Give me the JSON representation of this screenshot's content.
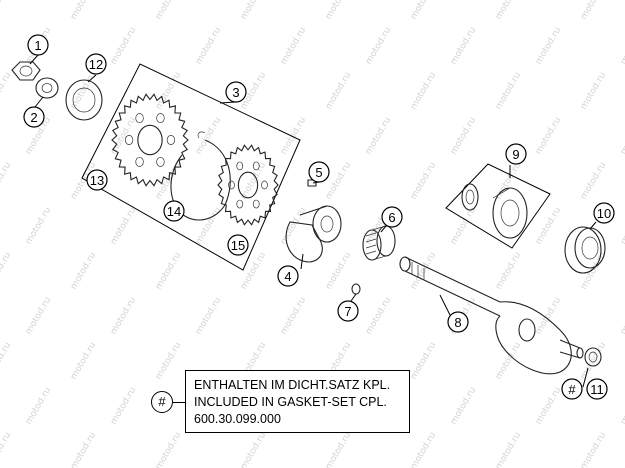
{
  "watermark": "motod.ru",
  "callouts": [
    {
      "id": "1",
      "label": "1"
    },
    {
      "id": "2",
      "label": "2"
    },
    {
      "id": "3",
      "label": "3"
    },
    {
      "id": "4",
      "label": "4"
    },
    {
      "id": "5",
      "label": "5"
    },
    {
      "id": "6",
      "label": "6"
    },
    {
      "id": "7",
      "label": "7"
    },
    {
      "id": "8",
      "label": "8"
    },
    {
      "id": "9",
      "label": "9"
    },
    {
      "id": "10",
      "label": "10"
    },
    {
      "id": "11",
      "label": "11"
    },
    {
      "id": "12",
      "label": "12"
    },
    {
      "id": "13",
      "label": "13"
    },
    {
      "id": "14",
      "label": "14"
    },
    {
      "id": "15",
      "label": "15"
    }
  ],
  "hash_symbol": "#",
  "legend": {
    "symbol": "#",
    "line1": "ENTHALTEN IM DICHT.SATZ KPL.",
    "line2": "INCLUDED IN GASKET-SET CPL.",
    "line3": "600.30.099.000"
  }
}
